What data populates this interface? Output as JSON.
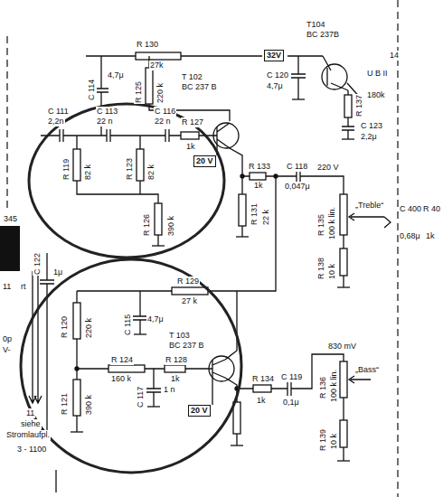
{
  "diagram": {
    "labels": [
      "R 130",
      "27k",
      "32V",
      "T104",
      "BC 237B",
      "C 114",
      "4,7μ",
      "R 125",
      "220 k",
      "T 102",
      "BC 237 B",
      "C 120",
      "4,7μ",
      "R 137",
      "180k",
      "14",
      "U B II",
      "C 111",
      "2,2n",
      "C 113",
      "22 n",
      "C 116",
      "22 n",
      "R 127",
      "1k",
      "R 119",
      "82 k",
      "R 123",
      "82 k",
      "20 V",
      "R 133",
      "1k",
      "C 118",
      "0,047μ",
      "220 V",
      "C 123",
      "2,2μ",
      "R 126",
      "390 k",
      "R 131",
      "22 k",
      "R 135",
      "100 k lin.",
      "„Treble“",
      "R 138",
      "10 k",
      "C 400",
      "0,68μ",
      "R 40",
      "1k",
      "345",
      "C 122",
      "1μ",
      "R 129",
      "27 k",
      "R 120",
      "220 k",
      "C 115",
      "4,7μ",
      "T 103",
      "BC 237 B",
      "R 124",
      "160 k",
      "R 128",
      "1k",
      "R 121",
      "390 k",
      "C 117",
      "1 n",
      "20 V",
      "R 134",
      "1k",
      "C 119",
      "0,1μ",
      "830 mV",
      "R 136",
      "100 k lin.",
      "„Bass“",
      "R 139",
      "10 k",
      "11",
      "rt",
      "0p",
      "V-",
      "11",
      "siehe",
      "Stromlaufpl.",
      "3 - 1100"
    ]
  }
}
